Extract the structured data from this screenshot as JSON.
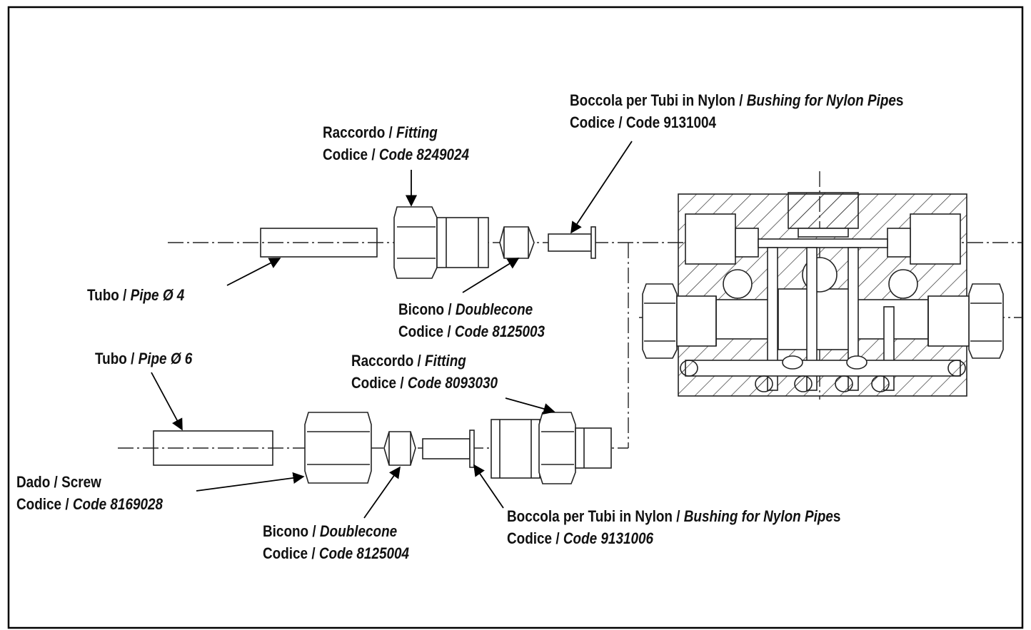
{
  "labels": {
    "bushing_top": {
      "line1_a": "Boccola per Tubi in Nylon / ",
      "line1_b": "Bushing for Nylon Pipe",
      "line1_c": "s",
      "line2": "Codice / Code 9131004"
    },
    "fitting_top": {
      "line1_a": "Raccordo / ",
      "line1_b": "Fitting",
      "line2_a": "Codice / ",
      "line2_b": "Code 8249024"
    },
    "pipe4": {
      "a": "Tubo / ",
      "b": "Pipe Ø 4"
    },
    "doublecone_top": {
      "line1_a": "Bicono / ",
      "line1_b": "Doublecone",
      "line2_a": "Codice / ",
      "line2_b": "Code 8125003"
    },
    "pipe6": {
      "a": "Tubo / ",
      "b": "Pipe Ø 6"
    },
    "fitting_bottom": {
      "line1_a": "Raccordo / ",
      "line1_b": "Fitting",
      "line2_a": "Codice / ",
      "line2_b": "Code 8093030"
    },
    "screw": {
      "line1": "Dado / Screw",
      "line2_a": "Codice / ",
      "line2_b": "Code 8169028"
    },
    "doublecone_bottom": {
      "line1_a": "Bicono / ",
      "line1_b": "Doublecone",
      "line2_a": "Codice / ",
      "line2_b": "Code 8125004"
    },
    "bushing_bottom": {
      "line1_a": "Boccola per Tubi in Nylon / ",
      "line1_b": "Bushing for Nylon Pipe",
      "line1_c": "s",
      "line2_a": "Codice / ",
      "line2_b": "Code 9131006"
    }
  }
}
